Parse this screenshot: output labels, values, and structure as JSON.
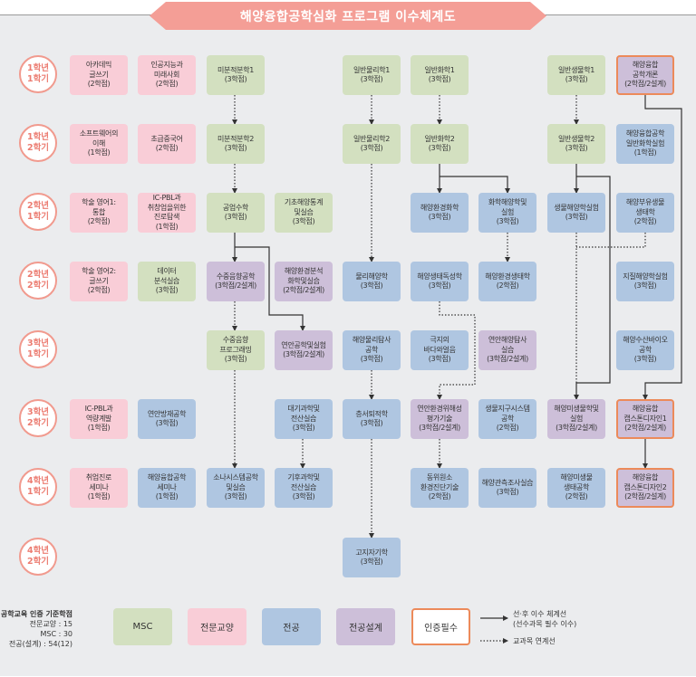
{
  "title": "해양융합공학심화 프로그램 이수체계도",
  "colors": {
    "MSC": "#d3e0c0",
    "전문교양": "#f9cdd7",
    "전공": "#afc6e1",
    "전공설계": "#cdbfd9",
    "인증필수": "#ec8a5a",
    "banner": "#f49e96"
  },
  "semesters": [
    {
      "year": "1학년",
      "term": "1학기"
    },
    {
      "year": "1학년",
      "term": "2학기"
    },
    {
      "year": "2학년",
      "term": "1학기"
    },
    {
      "year": "2학년",
      "term": "2학기"
    },
    {
      "year": "3학년",
      "term": "1학기"
    },
    {
      "year": "3학년",
      "term": "2학기"
    },
    {
      "year": "4학년",
      "term": "1학기"
    },
    {
      "year": "4학년",
      "term": "2학기"
    }
  ],
  "courses": {
    "c00": {
      "lines": [
        "아카데믹",
        "글쓰기",
        "(2학점)"
      ],
      "category": "전문교양"
    },
    "c01": {
      "lines": [
        "인공지능과",
        "미래사회",
        "(2학점)"
      ],
      "category": "전문교양"
    },
    "c02": {
      "lines": [
        "미분적분학1",
        "(3학점)"
      ],
      "category": "MSC"
    },
    "c03": {
      "lines": [
        "일반물리학1",
        "(3학점)"
      ],
      "category": "MSC"
    },
    "c04": {
      "lines": [
        "일반화학1",
        "(3학점)"
      ],
      "category": "MSC"
    },
    "c05": {
      "lines": [
        "일반생물학1",
        "(3학점)"
      ],
      "category": "MSC"
    },
    "c06": {
      "lines": [
        "해양융합",
        "공학개론",
        "(2학점/2설계)"
      ],
      "category": "전공설계",
      "certified": true
    },
    "c10": {
      "lines": [
        "소프트웨어의",
        "이해",
        "(1학점)"
      ],
      "category": "전문교양"
    },
    "c11": {
      "lines": [
        "초급중국어",
        "(2학점)"
      ],
      "category": "전문교양"
    },
    "c12": {
      "lines": [
        "미분적분학2",
        "(3학점)"
      ],
      "category": "MSC"
    },
    "c13": {
      "lines": [
        "일반물리학2",
        "(3학점)"
      ],
      "category": "MSC"
    },
    "c14": {
      "lines": [
        "일반화학2",
        "(3학점)"
      ],
      "category": "MSC"
    },
    "c15": {
      "lines": [
        "일반생물학2",
        "(3학점)"
      ],
      "category": "MSC"
    },
    "c16": {
      "lines": [
        "해양융합공학",
        "일반화학실험",
        "(1학점)"
      ],
      "category": "전공"
    },
    "c20": {
      "lines": [
        "학술 영어1:",
        "통합",
        "(2학점)"
      ],
      "category": "전문교양"
    },
    "c21": {
      "lines": [
        "IC-PBL과",
        "취창업을위한",
        "진로탐색",
        "(1학점)"
      ],
      "category": "전문교양"
    },
    "c22": {
      "lines": [
        "공업수학",
        "(3학점)"
      ],
      "category": "MSC"
    },
    "c23": {
      "lines": [
        "기초해양통계",
        "및실습",
        "(3학점)"
      ],
      "category": "MSC"
    },
    "c24": {
      "lines": [
        "해양환경화학",
        "(3학점)"
      ],
      "category": "전공"
    },
    "c25": {
      "lines": [
        "화학해양학및",
        "실험",
        "(3학점)"
      ],
      "category": "전공"
    },
    "c26": {
      "lines": [
        "생물해양학실험",
        "(3학점)"
      ],
      "category": "전공"
    },
    "c27": {
      "lines": [
        "해양부유생물",
        "생태학",
        "(2학점)"
      ],
      "category": "전공"
    },
    "c30": {
      "lines": [
        "학술 영어2:",
        "글쓰기",
        "(2학점)"
      ],
      "category": "전문교양"
    },
    "c31": {
      "lines": [
        "데이터",
        "분석실습",
        "(3학점)"
      ],
      "category": "MSC"
    },
    "c32": {
      "lines": [
        "수중음향공학",
        "(3학점/2설계)"
      ],
      "category": "전공설계"
    },
    "c33": {
      "lines": [
        "해양환경분석",
        "화학및실습",
        "(2학점/2설계)"
      ],
      "category": "전공설계"
    },
    "c34": {
      "lines": [
        "물리해양학",
        "(3학점)"
      ],
      "category": "전공"
    },
    "c35": {
      "lines": [
        "해양생태독성학",
        "(3학점)"
      ],
      "category": "전공"
    },
    "c36": {
      "lines": [
        "해양환경생태학",
        "(2학점)"
      ],
      "category": "전공"
    },
    "c37": {
      "lines": [
        "지질해양학실험",
        "(3학점)"
      ],
      "category": "전공"
    },
    "c40": {
      "lines": [
        "수중음향",
        "프로그래밍",
        "(3학점)"
      ],
      "category": "MSC"
    },
    "c41": {
      "lines": [
        "연안공학및실험",
        "(3학점/2설계)"
      ],
      "category": "전공설계"
    },
    "c42": {
      "lines": [
        "해양물리탐사",
        "공학",
        "(3학점)"
      ],
      "category": "전공"
    },
    "c43": {
      "lines": [
        "극지의",
        "바다와얼음",
        "(3학점)"
      ],
      "category": "전공"
    },
    "c44": {
      "lines": [
        "연안해양탐사",
        "실습",
        "(3학점/2설계)"
      ],
      "category": "전공설계"
    },
    "c45": {
      "lines": [
        "해양수산바이오",
        "공학",
        "(3학점)"
      ],
      "category": "전공"
    },
    "c50": {
      "lines": [
        "IC-PBL과",
        "역량계발",
        "(1학점)"
      ],
      "category": "전문교양"
    },
    "c51": {
      "lines": [
        "연안방재공학",
        "(3학점)"
      ],
      "category": "전공"
    },
    "c52": {
      "lines": [
        "대기과학및",
        "전산실습",
        "(3학점)"
      ],
      "category": "전공"
    },
    "c53": {
      "lines": [
        "층서퇴적학",
        "(3학점)"
      ],
      "category": "전공"
    },
    "c54": {
      "lines": [
        "연안환경위해성",
        "평가기술",
        "(3학점/2설계)"
      ],
      "category": "전공설계"
    },
    "c55": {
      "lines": [
        "생물지구시스템",
        "공학",
        "(2학점)"
      ],
      "category": "전공"
    },
    "c56": {
      "lines": [
        "해양미생물학및",
        "실험",
        "(3학점/2설계)"
      ],
      "category": "전공설계"
    },
    "c57": {
      "lines": [
        "해양융합",
        "캡스톤디자인1",
        "(2학점/2설계)"
      ],
      "category": "전공설계",
      "certified": true
    },
    "c60": {
      "lines": [
        "취업진로",
        "세미나",
        "(1학점)"
      ],
      "category": "전문교양"
    },
    "c61": {
      "lines": [
        "해양융합공학",
        "세미나",
        "(1학점)"
      ],
      "category": "전공"
    },
    "c62": {
      "lines": [
        "소나시스템공학",
        "및실습",
        "(3학점)"
      ],
      "category": "전공"
    },
    "c63": {
      "lines": [
        "기후과학및",
        "전산실습",
        "(3학점)"
      ],
      "category": "전공"
    },
    "c64": {
      "lines": [
        "동위원소",
        "환경진단기술",
        "(2학점)"
      ],
      "category": "전공"
    },
    "c65": {
      "lines": [
        "해양관측조사실습",
        "(3학점)"
      ],
      "category": "전공"
    },
    "c66": {
      "lines": [
        "해양미생물",
        "생태공학",
        "(2학점)"
      ],
      "category": "전공"
    },
    "c67": {
      "lines": [
        "해양융합",
        "캡스톤디자인2",
        "(2학점/2설계)"
      ],
      "category": "전공설계",
      "certified": true
    },
    "c70": {
      "lines": [
        "고지자기학",
        "(3학점)"
      ],
      "category": "전공"
    }
  },
  "legend": {
    "credits_title": "공학교육 인증 기준학점",
    "credits": [
      "전문교양 : 15",
      "MSC : 30",
      "전공(설계) : 54(12)"
    ],
    "categories": {
      "msc": "MSC",
      "gen": "전문교양",
      "maj": "전공",
      "des": "전공설계",
      "cert": "인증필수"
    },
    "solid_line": [
      "선·후 이수 체계선",
      "(선수과목 필수 이수)"
    ],
    "dotted_line": "교과목 연계선"
  }
}
